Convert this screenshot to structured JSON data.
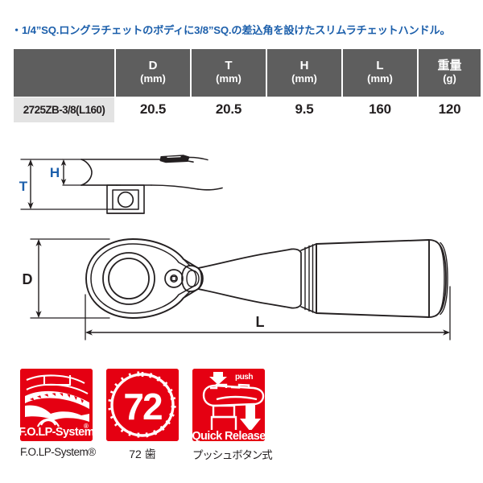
{
  "description": {
    "bullet": "・",
    "text": "1/4”SQ.ロングラチェットのボディに3/8”SQ.の差込角を設けたスリムラチェットハンドル。",
    "color": "#1c5fab"
  },
  "spec_table": {
    "headers": [
      {
        "label": "",
        "unit": ""
      },
      {
        "label": "D",
        "unit": "(mm)"
      },
      {
        "label": "T",
        "unit": "(mm)"
      },
      {
        "label": "H",
        "unit": "(mm)"
      },
      {
        "label": "L",
        "unit": "(mm)"
      },
      {
        "label": "重量",
        "unit": "(g)"
      }
    ],
    "rows": [
      {
        "model": "2725ZB-3/8(L160)",
        "D": "20.5",
        "T": "20.5",
        "H": "9.5",
        "L": "160",
        "weight": "120"
      }
    ],
    "header_bg": "#5e5e5e",
    "model_cell_bg": "#e3e3e3"
  },
  "top_view": {
    "dimension_labels": [
      {
        "name": "T",
        "text": "T",
        "color": "#1c5fab"
      },
      {
        "name": "H",
        "text": "H",
        "color": "#1c5fab"
      }
    ]
  },
  "side_view": {
    "dimension_labels": [
      {
        "name": "D",
        "text": "D",
        "color": "#231f20"
      },
      {
        "name": "L",
        "text": "L",
        "color": "#231f20"
      }
    ]
  },
  "feature_icons": [
    {
      "id": "folp-system",
      "tile_text": "F.O.LP-System",
      "tile_sup": "®",
      "caption": "F.O.LP-System®",
      "color": "#e50012"
    },
    {
      "id": "72-teeth",
      "tile_text": "72",
      "caption": "72 歯",
      "color": "#e50012"
    },
    {
      "id": "quick-release",
      "tile_text": "Quick Release",
      "tile_top_text": "push",
      "caption": "プッシュボタン式",
      "color": "#e50012"
    }
  ]
}
